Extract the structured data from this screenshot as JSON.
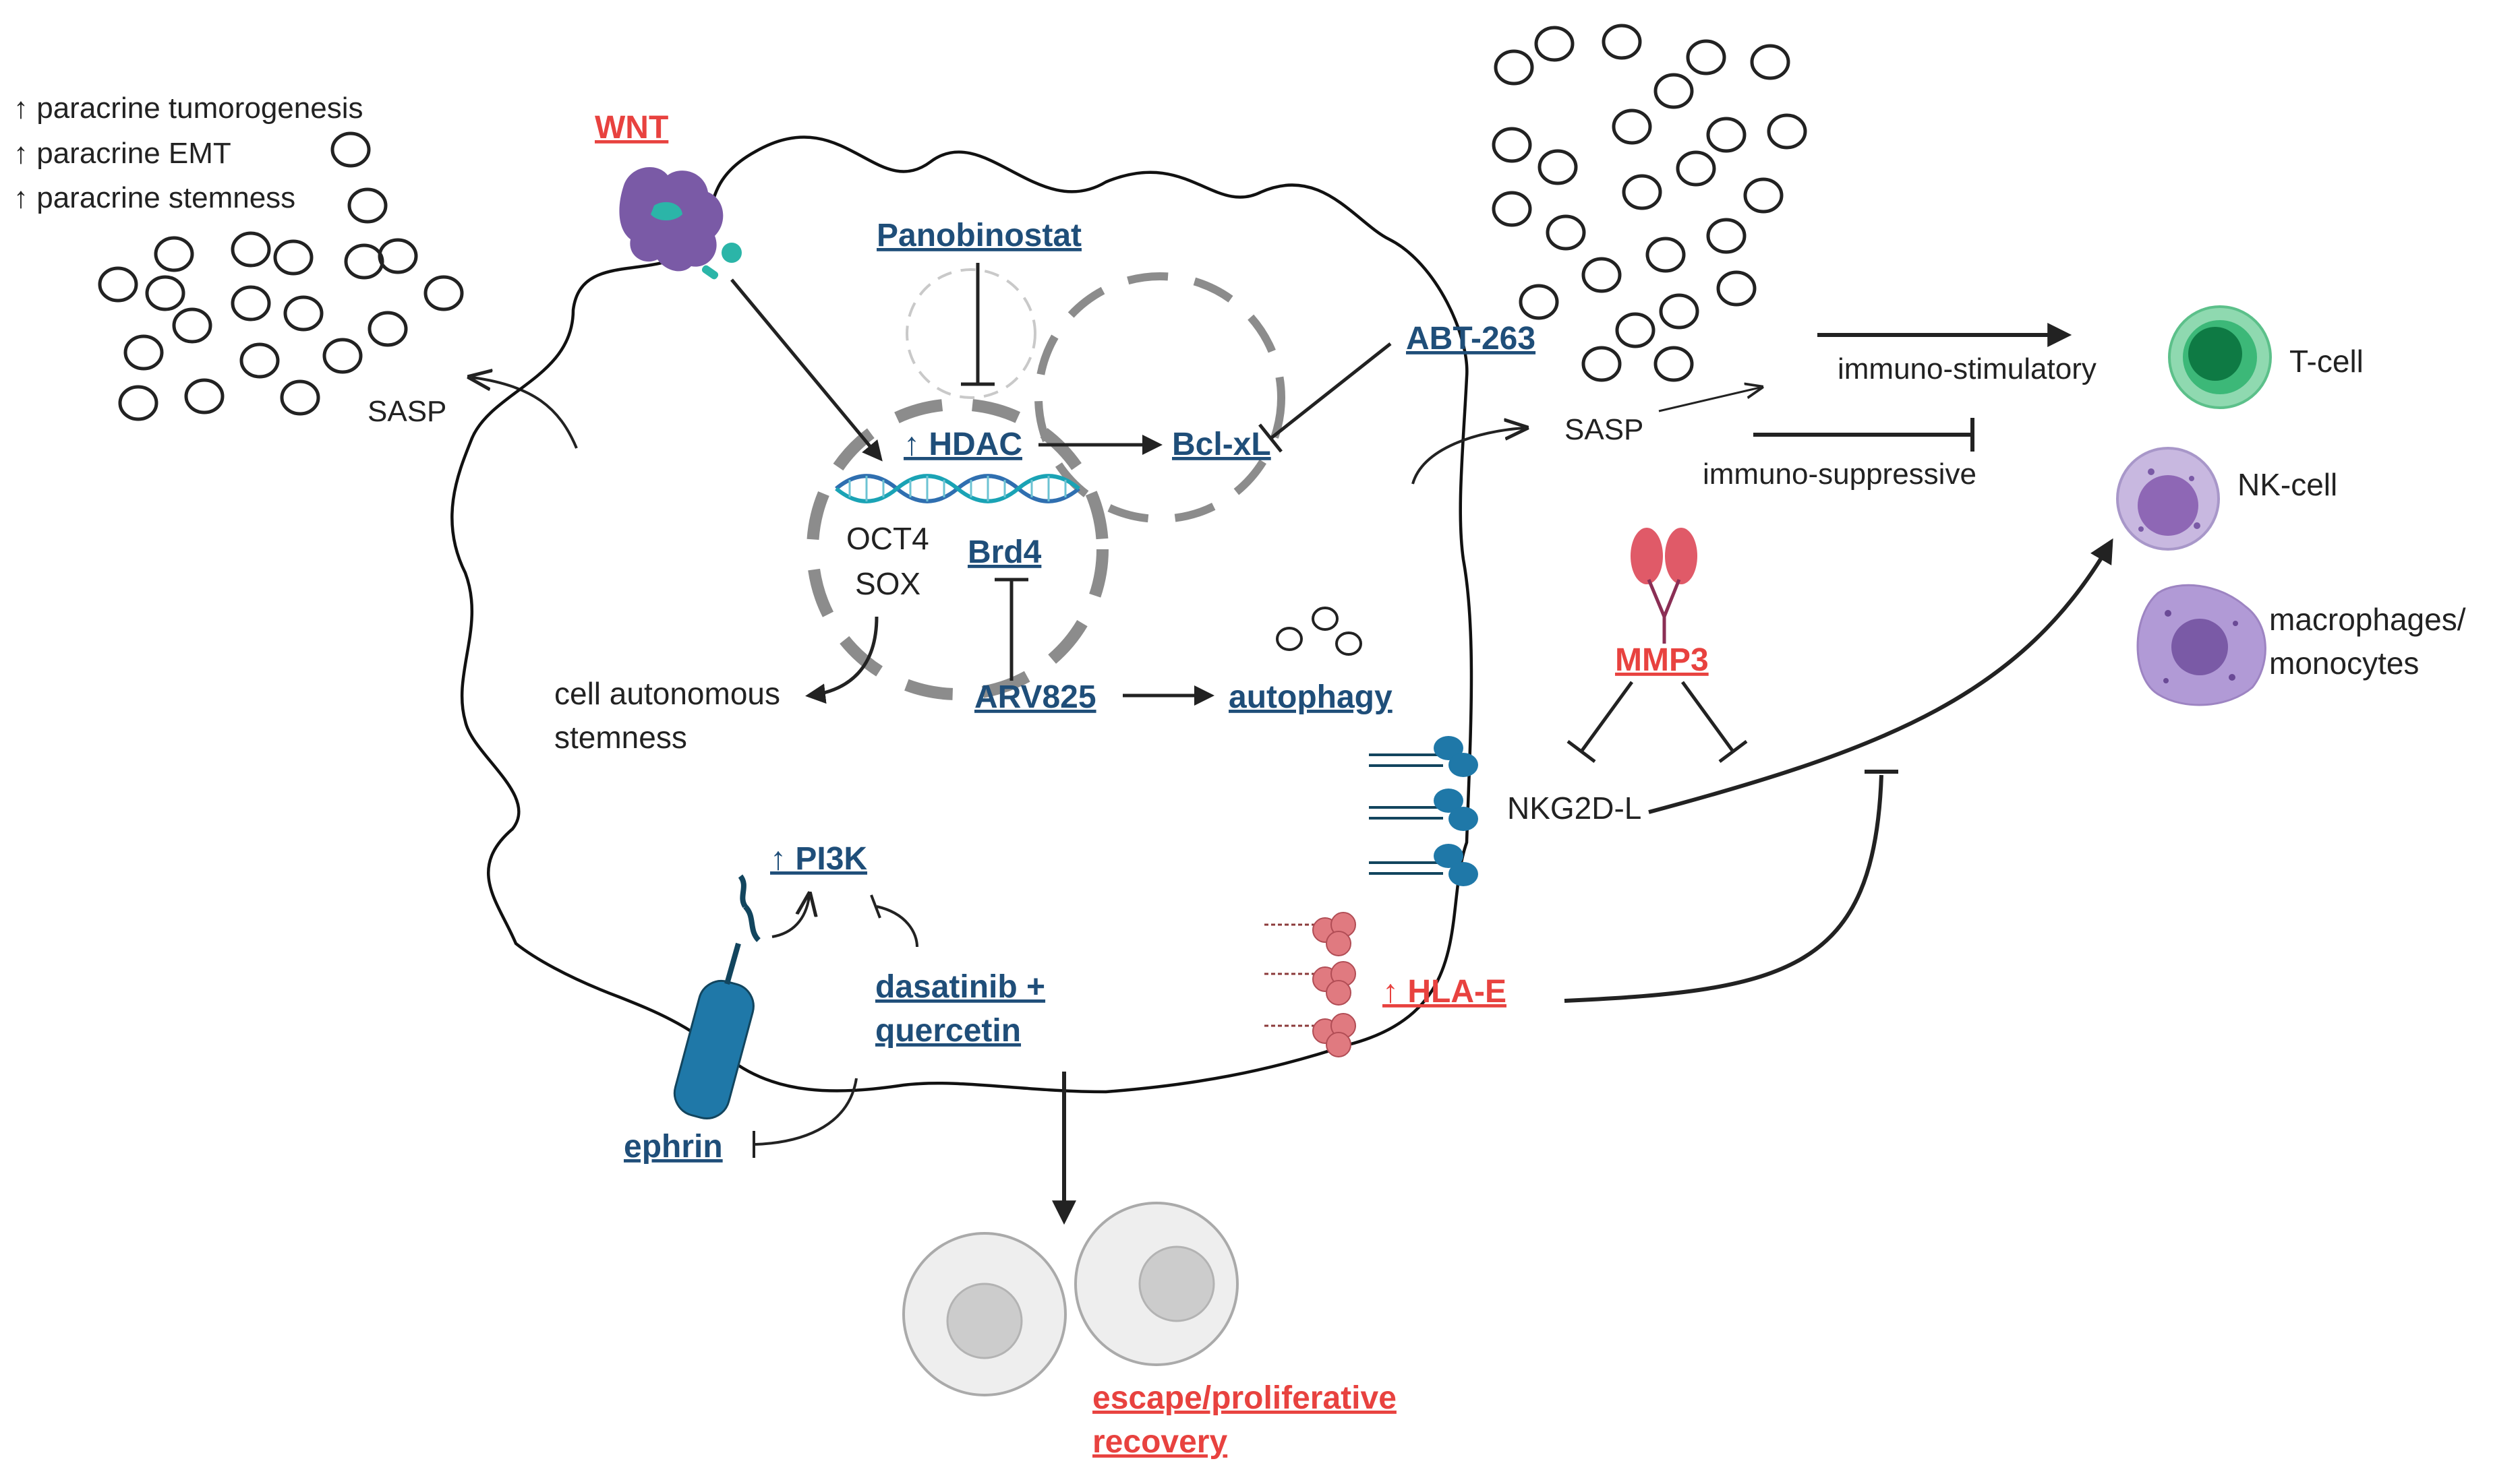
{
  "left_panel": {
    "effects": [
      "↑ paracrine tumorogenesis",
      "↑ paracrine EMT",
      "↑ paracrine stemness"
    ],
    "sasp_label": "SASP"
  },
  "cell": {
    "wnt_label": "WNT",
    "panobinostat_label": "Panobinostat",
    "hdac_label": "↑ HDAC",
    "bclxl_label": "Bcl-xL",
    "abt263_label": "ABT-263",
    "oct4_label": "OCT4",
    "sox_label": "SOX",
    "brd4_label": "Brd4",
    "stemness_line1": "cell autonomous",
    "stemness_line2": "stemness",
    "arv825_label": "ARV825",
    "autophagy_label": "autophagy",
    "pi3k_label": "↑ PI3K",
    "dq_line1": "dasatinib +",
    "dq_line2": "quercetin",
    "ephrin_label": "ephrin",
    "hlae_label": "↑ HLA-E",
    "escape_line1": "escape/proliferative",
    "escape_line2": "recovery"
  },
  "right_panel": {
    "sasp_label": "SASP",
    "immuno_stimulatory": "immuno-stimulatory",
    "immuno_suppressive": "immuno-suppressive",
    "mmp3_label": "MMP3",
    "nkg2dl_label": "NKG2D-L",
    "tcell_label": "T-cell",
    "nkcell_label": "NK-cell",
    "macro_line1": "macrophages/",
    "macro_line2": "monocytes"
  },
  "colors": {
    "drug_blue": "#1f4e79",
    "highlight_red": "#e8423f",
    "nucleus_gray": "#8c8c8c",
    "tcell_green": "#3cb878",
    "nk_purple": "#9d84c2",
    "receptor_teal": "#1a6f94",
    "hla_pink": "#e07a80"
  }
}
